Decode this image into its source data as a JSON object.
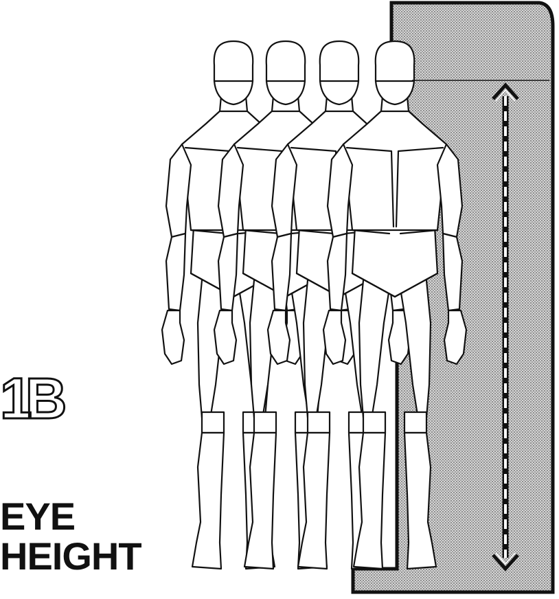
{
  "figure_label": "1B",
  "caption": {
    "line1": "EYE",
    "line2": "HEIGHT"
  },
  "colors": {
    "ink": "#111111",
    "panel_dot": "#8c8c8c",
    "paper": "#ffffff"
  }
}
